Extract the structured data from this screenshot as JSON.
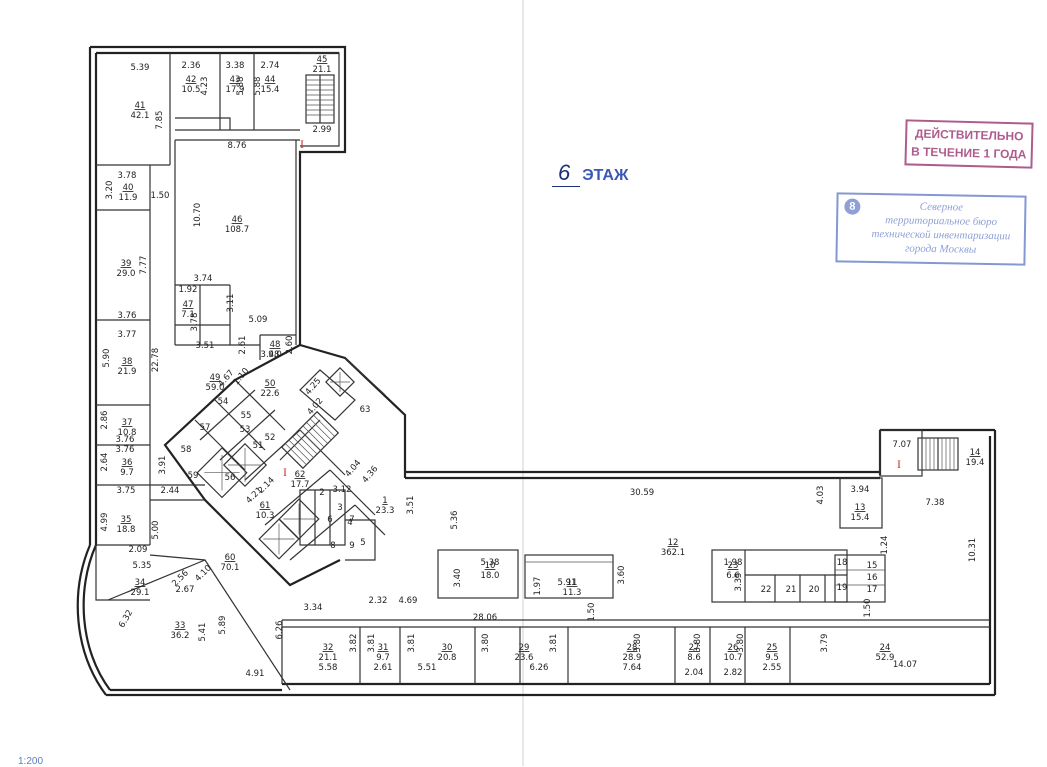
{
  "floor": {
    "number": "6",
    "label": "ЭТАЖ"
  },
  "stamps": {
    "valid_line1": "ДЕЙСТВИТЕЛЬНО",
    "valid_line2": "В ТЕЧЕНИЕ 1 ГОДА",
    "bti_number": "8",
    "bti_line1": "Северное",
    "bti_line2": "территориальное бюро",
    "bti_line3": "технической инвентаризации",
    "bti_line4": "города Москвы"
  },
  "scale": "1:200",
  "rooms": [
    {
      "num": "41",
      "area": "42.1"
    },
    {
      "num": "42",
      "area": "10.5"
    },
    {
      "num": "43",
      "area": "17.9"
    },
    {
      "num": "44",
      "area": "15.4"
    },
    {
      "num": "45",
      "area": "21.1"
    },
    {
      "num": "46",
      "area": "108.7"
    },
    {
      "num": "40",
      "area": "11.9"
    },
    {
      "num": "39",
      "area": "29.0"
    },
    {
      "num": "47",
      "area": "7.1"
    },
    {
      "num": "38",
      "area": "21.9"
    },
    {
      "num": "48",
      "area": "9.0"
    },
    {
      "num": "49",
      "area": "59.0"
    },
    {
      "num": "50",
      "area": "22.6"
    },
    {
      "num": "37",
      "area": "10.8"
    },
    {
      "num": "36",
      "area": "9.7"
    },
    {
      "num": "35",
      "area": "18.8"
    },
    {
      "num": "62",
      "area": "17.7"
    },
    {
      "num": "61",
      "area": "10.3"
    },
    {
      "num": "1",
      "area": "23.3"
    },
    {
      "num": "34",
      "area": "29.1"
    },
    {
      "num": "60",
      "area": "70.1"
    },
    {
      "num": "33",
      "area": "36.2"
    },
    {
      "num": "32",
      "area": "21.1"
    },
    {
      "num": "31",
      "area": "9.7"
    },
    {
      "num": "30",
      "area": "20.8"
    },
    {
      "num": "29",
      "area": "23.6"
    },
    {
      "num": "28",
      "area": "28.9"
    },
    {
      "num": "27",
      "area": "8.6"
    },
    {
      "num": "26",
      "area": "10.7"
    },
    {
      "num": "25",
      "area": "9.5"
    },
    {
      "num": "24",
      "area": "52.9"
    },
    {
      "num": "12",
      "area": "362.1"
    },
    {
      "num": "10",
      "area": "18.0"
    },
    {
      "num": "11",
      "area": "11.3"
    },
    {
      "num": "23",
      "area": "6.6"
    },
    {
      "num": "13",
      "area": "15.4"
    },
    {
      "num": "14",
      "area": "19.4"
    }
  ],
  "small_rooms": [
    "63",
    "54",
    "55",
    "53",
    "52",
    "51",
    "57",
    "58",
    "59",
    "56",
    "2",
    "3",
    "4",
    "5",
    "6",
    "7",
    "8",
    "9",
    "22",
    "21",
    "20",
    "15",
    "16",
    "17",
    "18",
    "19"
  ],
  "dims": [
    "5.39",
    "2.36",
    "3.38",
    "2.74",
    "7.85",
    "4.23",
    "5.88",
    "5.88",
    "2.99",
    "8.76",
    "3.78",
    "3.20",
    "1.50",
    "10.70",
    "7.77",
    "3.74",
    "1.92",
    "3.11",
    "3.78",
    "5.09",
    "3.76",
    "3.77",
    "22.78",
    "5.90",
    "3.51",
    "2.61",
    "2.60",
    "3.48",
    "4.67",
    "1.10",
    "4.25",
    "4.02",
    "2.86",
    "3.76",
    "2.64",
    "3.76",
    "3.91",
    "3.75",
    "2.44",
    "4.99",
    "5.00",
    "2.09",
    "5.35",
    "2.56",
    "4.10",
    "6.32",
    "2.67",
    "5.41",
    "5.89",
    "4.91",
    "3.34",
    "2.32",
    "4.69",
    "28.06",
    "3.82",
    "3.81",
    "3.81",
    "3.80",
    "3.81",
    "3.80",
    "3.80",
    "3.80",
    "3.79",
    "5.58",
    "2.61",
    "5.51",
    "6.26",
    "7.64",
    "2.04",
    "2.82",
    "2.55",
    "14.07",
    "5.36",
    "30.59",
    "3.51",
    "4.04",
    "4.36",
    "5.38",
    "3.40",
    "1.97",
    "5.91",
    "3.60",
    "1.50",
    "1.98",
    "3.35",
    "4.03",
    "3.94",
    "7.07",
    "7.38",
    "1.24",
    "10.31",
    "1.50",
    "3.12",
    "4.21",
    "2.14",
    "6.26"
  ]
}
